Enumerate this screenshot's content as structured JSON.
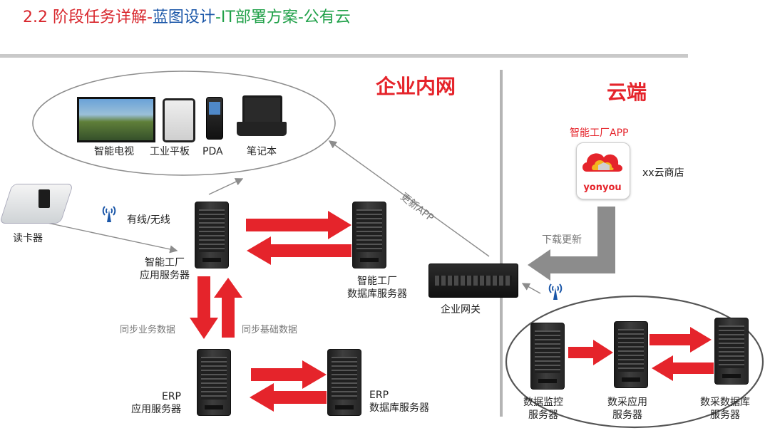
{
  "header": {
    "title_part1": "2.2 阶段任务详解-",
    "title_part2": "蓝图设计",
    "title_part3": "-",
    "title_part4": "IT部署方案",
    "title_part5": "-公有云"
  },
  "sections": {
    "intranet": "企业内网",
    "cloud": "云端"
  },
  "devices": {
    "tv": "智能电视",
    "tablet": "工业平板",
    "pda": "PDA",
    "laptop": "笔记本"
  },
  "nodes": {
    "card_reader": "读卡器",
    "wired_wireless": "有线/无线",
    "app_server_line1": "智能工厂",
    "app_server_line2": "应用服务器",
    "db_server_line1": "智能工厂",
    "db_server_line2": "数据库服务器",
    "erp_app_line1": "ERP",
    "erp_app_line2": "应用服务器",
    "erp_db_line1": "ERP",
    "erp_db_line2": "数据库服务器",
    "gateway": "企业网关",
    "monitor_line1": "数据监控",
    "monitor_line2": "服务器",
    "collect_app_line1": "数采应用",
    "collect_app_line2": "服务器",
    "collect_db_line1": "数采数据库",
    "collect_db_line2": "服务器",
    "store": "xx云商店",
    "app_title": "智能工厂APP",
    "app_logo_text": "yonyou"
  },
  "flows": {
    "update_app": "更新APP",
    "download_update": "下载更新",
    "sync_business": "同步业务数据",
    "sync_base": "同步基础数据"
  },
  "colors": {
    "red": "#e5242b",
    "title_red": "#d8262c",
    "title_blue": "#1a56a8",
    "title_green": "#21a14a",
    "gray_arrow": "#8c8c8c",
    "divider": "#b4b4b4"
  }
}
